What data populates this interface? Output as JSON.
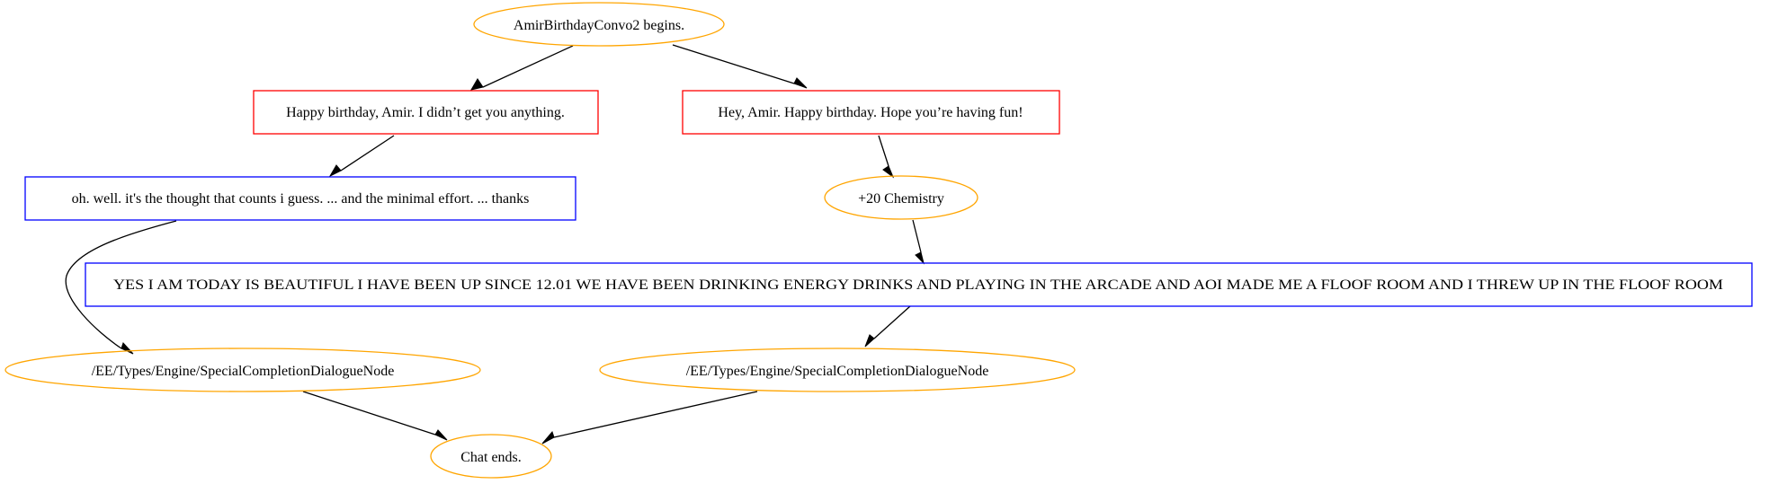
{
  "graph": {
    "colors": {
      "ellipse_stroke": "#FFA500",
      "player_box_stroke": "#FF0000",
      "npc_box_stroke": "#0000FF",
      "edge": "#000000",
      "background": "#FFFFFF"
    },
    "nodes": {
      "start": {
        "shape": "ellipse",
        "label": "AmirBirthdayConvo2 begins."
      },
      "choice_a": {
        "shape": "player-box",
        "label": "Happy birthday, Amir. I didn’t get you anything."
      },
      "choice_b": {
        "shape": "player-box",
        "label": "Hey, Amir. Happy birthday. Hope you’re having fun!"
      },
      "reply_a": {
        "shape": "npc-box",
        "label": "oh. well. it's the thought that counts i guess. ... and the minimal effort. ... thanks"
      },
      "chemistry": {
        "shape": "ellipse",
        "label": "+20 Chemistry"
      },
      "reply_b": {
        "shape": "npc-box",
        "label": "YES I AM TODAY IS BEAUTIFUL I HAVE BEEN UP SINCE 12.01 WE HAVE BEEN DRINKING ENERGY DRINKS AND PLAYING IN THE ARCADE AND AOI MADE ME A FLOOF ROOM AND I THREW UP IN THE FLOOF ROOM"
      },
      "completion_a": {
        "shape": "ellipse",
        "label": "/EE/Types/Engine/SpecialCompletionDialogueNode"
      },
      "completion_b": {
        "shape": "ellipse",
        "label": "/EE/Types/Engine/SpecialCompletionDialogueNode"
      },
      "end": {
        "shape": "ellipse",
        "label": "Chat ends."
      }
    },
    "edges": [
      {
        "from": "start",
        "to": "choice_a"
      },
      {
        "from": "start",
        "to": "choice_b"
      },
      {
        "from": "choice_a",
        "to": "reply_a"
      },
      {
        "from": "choice_b",
        "to": "chemistry"
      },
      {
        "from": "chemistry",
        "to": "reply_b"
      },
      {
        "from": "reply_a",
        "to": "completion_a"
      },
      {
        "from": "reply_b",
        "to": "completion_b"
      },
      {
        "from": "completion_a",
        "to": "end"
      },
      {
        "from": "completion_b",
        "to": "end"
      }
    ]
  }
}
